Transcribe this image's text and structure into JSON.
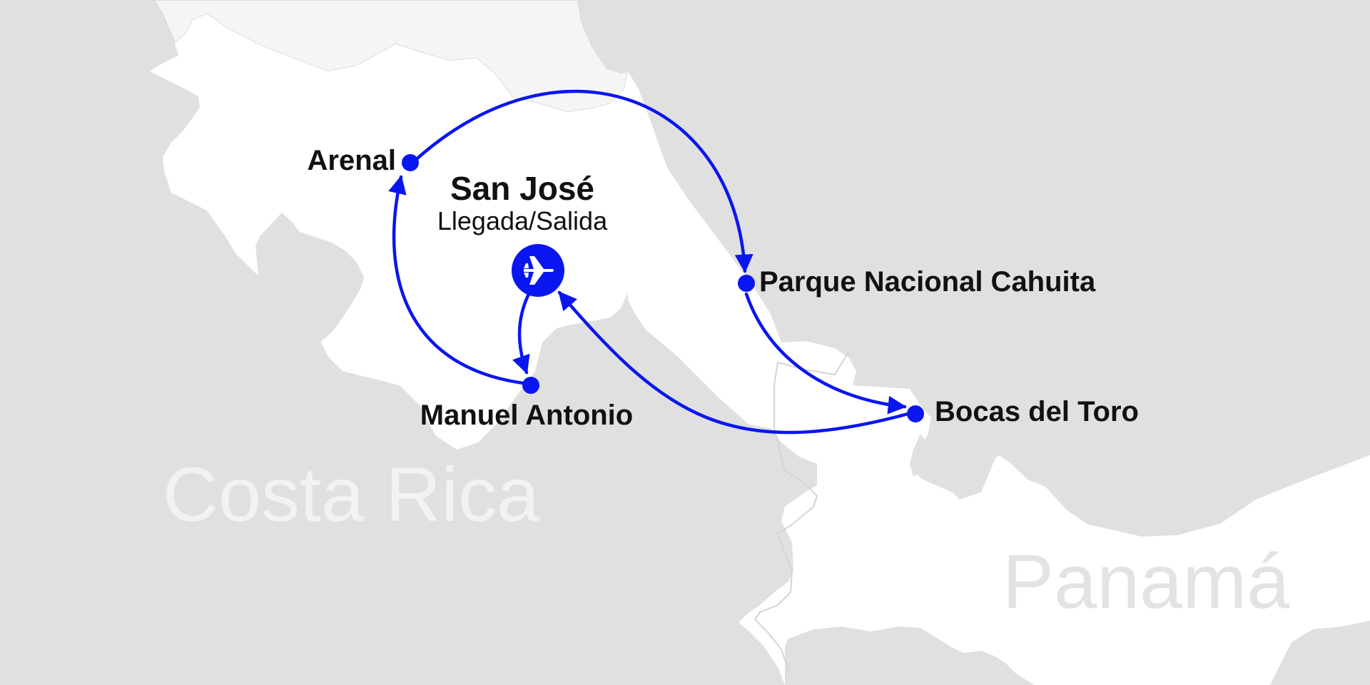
{
  "map": {
    "countries": [
      {
        "id": "costa-rica",
        "name": "Costa Rica"
      },
      {
        "id": "panama",
        "name": "Panamá"
      }
    ],
    "hub": {
      "name": "San José",
      "subtitle": "Llegada/Salida",
      "icon": "airplane-icon"
    },
    "stops": [
      {
        "id": "arenal",
        "name": "Arenal"
      },
      {
        "id": "cahuita",
        "name": "Parque Nacional Cahuita"
      },
      {
        "id": "bocas",
        "name": "Bocas del Toro"
      },
      {
        "id": "manuel-antonio",
        "name": "Manuel Antonio"
      }
    ],
    "route_order": [
      "San José",
      "Manuel Antonio",
      "Arenal",
      "Parque Nacional Cahuita",
      "Bocas del Toro",
      "San José"
    ],
    "colors": {
      "route": "#0a16f0",
      "land": "#ffffff",
      "sea": "#e0e0e0",
      "neighbor_land": "#f5f5f5",
      "border": "#cfcfcf",
      "country_label_cr": "#f2f2f2",
      "country_label_pa": "#e3e3e3"
    }
  }
}
